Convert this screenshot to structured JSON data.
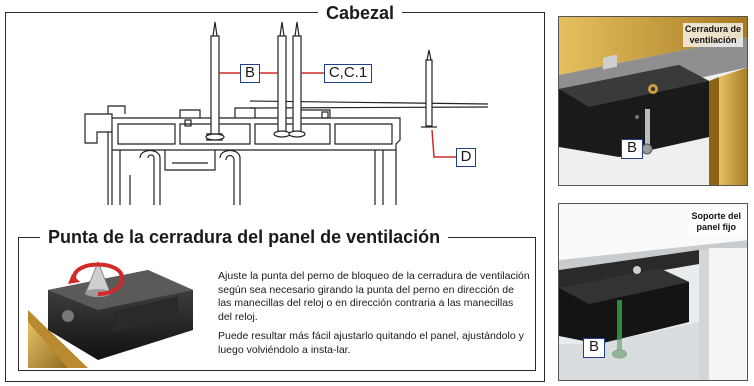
{
  "header": {
    "title": "Cabezal"
  },
  "diagram": {
    "callouts": {
      "b": "B",
      "c": "C,C.1",
      "d": "D"
    }
  },
  "photos": {
    "top": {
      "label_line1": "Cerradura de",
      "label_line2": "ventilación",
      "callout": "B"
    },
    "bottom": {
      "label_line1": "Soporte del",
      "label_line2": "panel fijo",
      "callout": "B"
    }
  },
  "section": {
    "title": "Punta de la cerradura del panel de ventilación",
    "paragraph1": "Ajuste la punta del perno de bloqueo de la cerradura de ventilación según sea necesario girando la punta del perno en dirección de las manecillas del reloj o en dirección contraria a las manecillas del reloj.",
    "paragraph2": "Puede resultar más fácil ajustarlo quitando el panel, ajustándolo y luego volviéndolo a insta-lar."
  },
  "colors": {
    "leader": "#d22a2a",
    "callout_border": "#1f3f8f",
    "frame_gold": "#c9a042",
    "bolt_green": "#2f8a3a"
  }
}
